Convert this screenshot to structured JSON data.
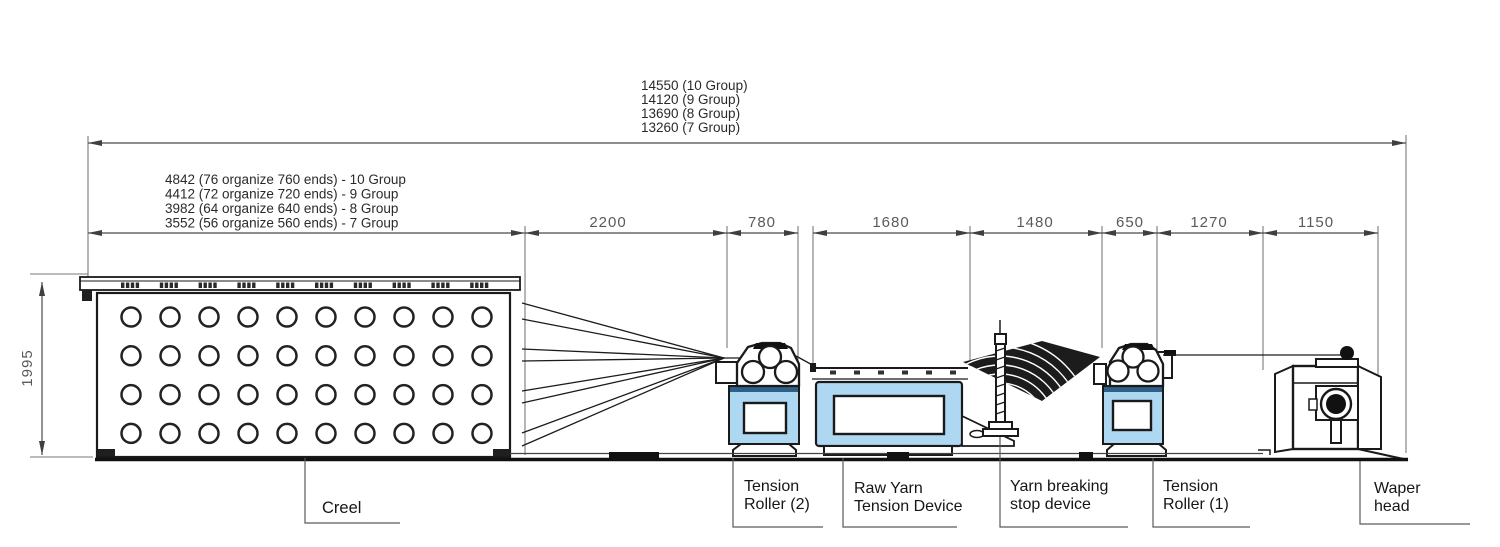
{
  "diagram": {
    "overall_dims": [
      "14550 (10 Group)",
      "14120 (9 Group)",
      "13690 (8 Group)",
      "13260 (7 Group)"
    ],
    "creel_dims": [
      "4842 (76 organize 760 ends) - 10 Group",
      "4412 (72 organize 720 ends) - 9 Group",
      "3982 (64 organize 640 ends) - 8 Group",
      "3552 (56 organize 560 ends) - 7 Group"
    ],
    "section_dims": [
      "2200",
      "780",
      "1680",
      "1480",
      "650",
      "1270",
      "1150"
    ],
    "height_dim": "1995",
    "labels": {
      "creel": "Creel",
      "tension_roller_2": [
        "Tension",
        "Roller (2)"
      ],
      "raw_yarn_tension_device": [
        "Raw Yarn",
        "Tension Device"
      ],
      "yarn_breaking_stop_device": [
        "Yarn breaking",
        "stop device"
      ],
      "tension_roller_1": [
        "Tension",
        "Roller (1)"
      ],
      "waper_head": [
        "Waper",
        "head"
      ]
    },
    "colors": {
      "machine_fill": "#aed7f2",
      "machine_fill_dark": "#2e5f86",
      "line": "#1a1a1a",
      "dim_line": "#5a5a5a"
    }
  }
}
